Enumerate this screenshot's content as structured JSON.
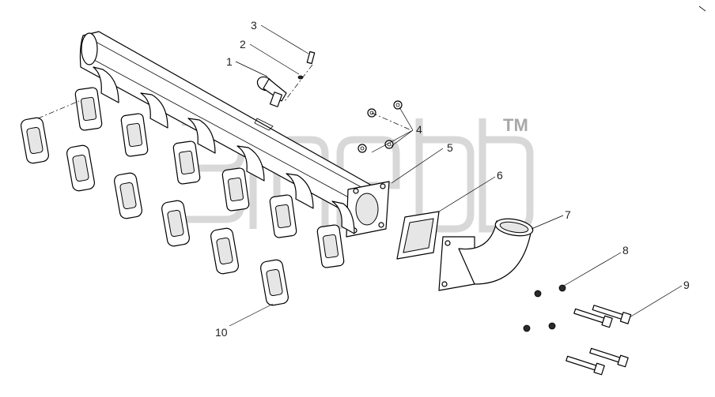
{
  "watermark": {
    "trademark": "TM"
  },
  "callouts": [
    {
      "id": "1",
      "label": "1"
    },
    {
      "id": "2",
      "label": "2"
    },
    {
      "id": "3",
      "label": "3"
    },
    {
      "id": "4",
      "label": "4"
    },
    {
      "id": "5",
      "label": "5"
    },
    {
      "id": "6",
      "label": "6"
    },
    {
      "id": "7",
      "label": "7"
    },
    {
      "id": "8",
      "label": "8"
    },
    {
      "id": "9",
      "label": "9"
    },
    {
      "id": "10",
      "label": "10"
    }
  ],
  "colors": {
    "line": "#000000",
    "watermark": "#b8b8b8",
    "background": "#ffffff"
  }
}
